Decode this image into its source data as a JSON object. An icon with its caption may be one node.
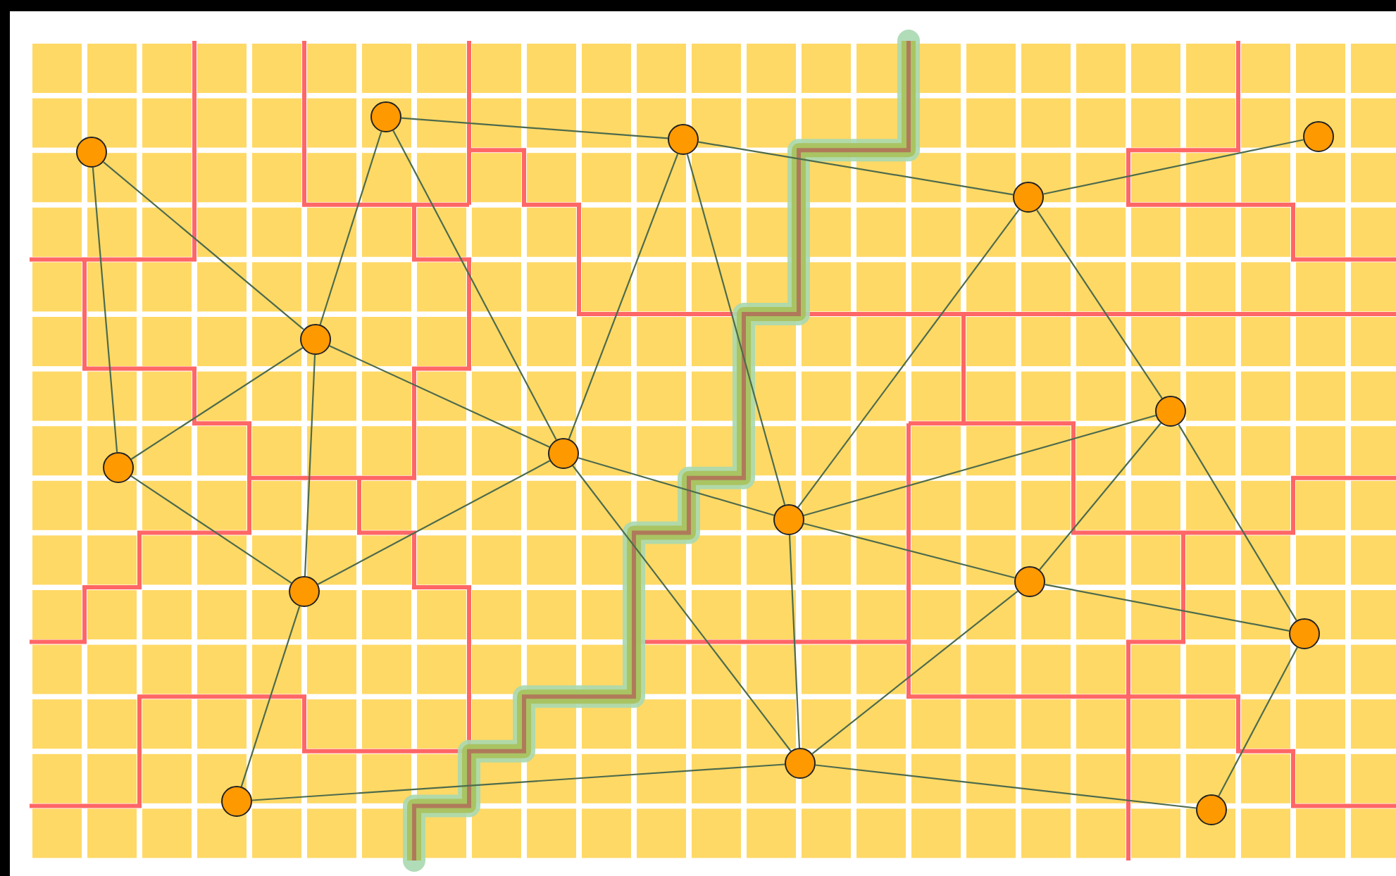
{
  "diagram": {
    "nodes": [
      {
        "text": [],
        "shape": "circle"
      },
      {
        "text": [],
        "shape": "circle"
      },
      {
        "text": [],
        "shape": "circle"
      },
      {
        "text": [],
        "shape": "circle"
      },
      {
        "text": [],
        "shape": "circle"
      },
      {
        "text": [],
        "shape": "circle"
      },
      {
        "text": [],
        "shape": "circle"
      },
      {
        "text": [],
        "shape": "circle"
      },
      {
        "text": [],
        "shape": "circle"
      },
      {
        "text": [],
        "shape": "circle"
      },
      {
        "text": [],
        "shape": "circle"
      },
      {
        "text": [],
        "shape": "circle"
      },
      {
        "text": [],
        "shape": "circle"
      },
      {
        "text": [],
        "shape": "circle"
      },
      {
        "text": [],
        "shape": "circle"
      },
      {
        "text": [],
        "shape": "circle"
      }
    ],
    "edges": [
      {
        "from": 0,
        "to": 4,
        "arrow": "none"
      },
      {
        "from": 0,
        "to": 1,
        "arrow": "none"
      },
      {
        "from": 1,
        "to": 4,
        "arrow": "none"
      },
      {
        "from": 1,
        "to": 3,
        "arrow": "none"
      },
      {
        "from": 5,
        "to": 4,
        "arrow": "none"
      },
      {
        "from": 5,
        "to": 6,
        "arrow": "none"
      },
      {
        "from": 5,
        "to": 7,
        "arrow": "none"
      },
      {
        "from": 4,
        "to": 3,
        "arrow": "none"
      },
      {
        "from": 4,
        "to": 6,
        "arrow": "none"
      },
      {
        "from": 3,
        "to": 6,
        "arrow": "none"
      },
      {
        "from": 3,
        "to": 2,
        "arrow": "none"
      },
      {
        "from": 2,
        "to": 9,
        "arrow": "none"
      },
      {
        "from": 6,
        "to": 7,
        "arrow": "none"
      },
      {
        "from": 6,
        "to": 8,
        "arrow": "none"
      },
      {
        "from": 7,
        "to": 8,
        "arrow": "none"
      },
      {
        "from": 7,
        "to": 10,
        "arrow": "none"
      },
      {
        "from": 6,
        "to": 9,
        "arrow": "none"
      },
      {
        "from": 8,
        "to": 9,
        "arrow": "none"
      },
      {
        "from": 8,
        "to": 10,
        "arrow": "none"
      },
      {
        "from": 8,
        "to": 12,
        "arrow": "none"
      },
      {
        "from": 8,
        "to": 11,
        "arrow": "none"
      },
      {
        "from": 9,
        "to": 11,
        "arrow": "none"
      },
      {
        "from": 9,
        "to": 13,
        "arrow": "none"
      },
      {
        "from": 10,
        "to": 15,
        "arrow": "none"
      },
      {
        "from": 10,
        "to": 12,
        "arrow": "none"
      },
      {
        "from": 11,
        "to": 12,
        "arrow": "none"
      },
      {
        "from": 11,
        "to": 14,
        "arrow": "none"
      },
      {
        "from": 12,
        "to": 14,
        "arrow": "none"
      },
      {
        "from": 14,
        "to": 13,
        "arrow": "none"
      }
    ]
  }
}
